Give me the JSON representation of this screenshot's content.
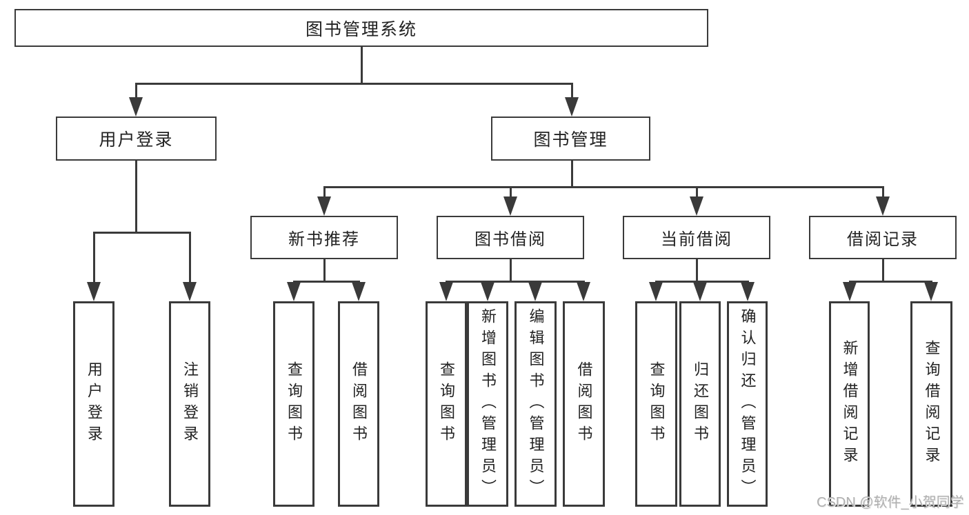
{
  "colors": {
    "line": "#3a3a3a",
    "text": "#222222",
    "watermark": "#b0b0b0",
    "background": "#ffffff"
  },
  "diagram": {
    "root": {
      "label": "图书管理系统",
      "children": [
        {
          "label": "用户登录",
          "children": [
            {
              "label": "用户登录"
            },
            {
              "label": "注销登录"
            }
          ]
        },
        {
          "label": "图书管理",
          "children": [
            {
              "label": "新书推荐",
              "children": [
                {
                  "label": "查询图书"
                },
                {
                  "label": "借阅图书"
                }
              ]
            },
            {
              "label": "图书借阅",
              "children": [
                {
                  "label": "查询图书"
                },
                {
                  "label": "新增图书（管理员）"
                },
                {
                  "label": "编辑图书（管理员）"
                },
                {
                  "label": "借阅图书"
                }
              ]
            },
            {
              "label": "当前借阅",
              "children": [
                {
                  "label": "查询图书"
                },
                {
                  "label": "归还图书"
                },
                {
                  "label": "确认归还（管理员）"
                }
              ]
            },
            {
              "label": "借阅记录",
              "children": [
                {
                  "label": "新增借阅记录"
                },
                {
                  "label": "查询借阅记录"
                }
              ]
            }
          ]
        }
      ]
    },
    "watermark": "CSDN @软件_小贺同学"
  }
}
